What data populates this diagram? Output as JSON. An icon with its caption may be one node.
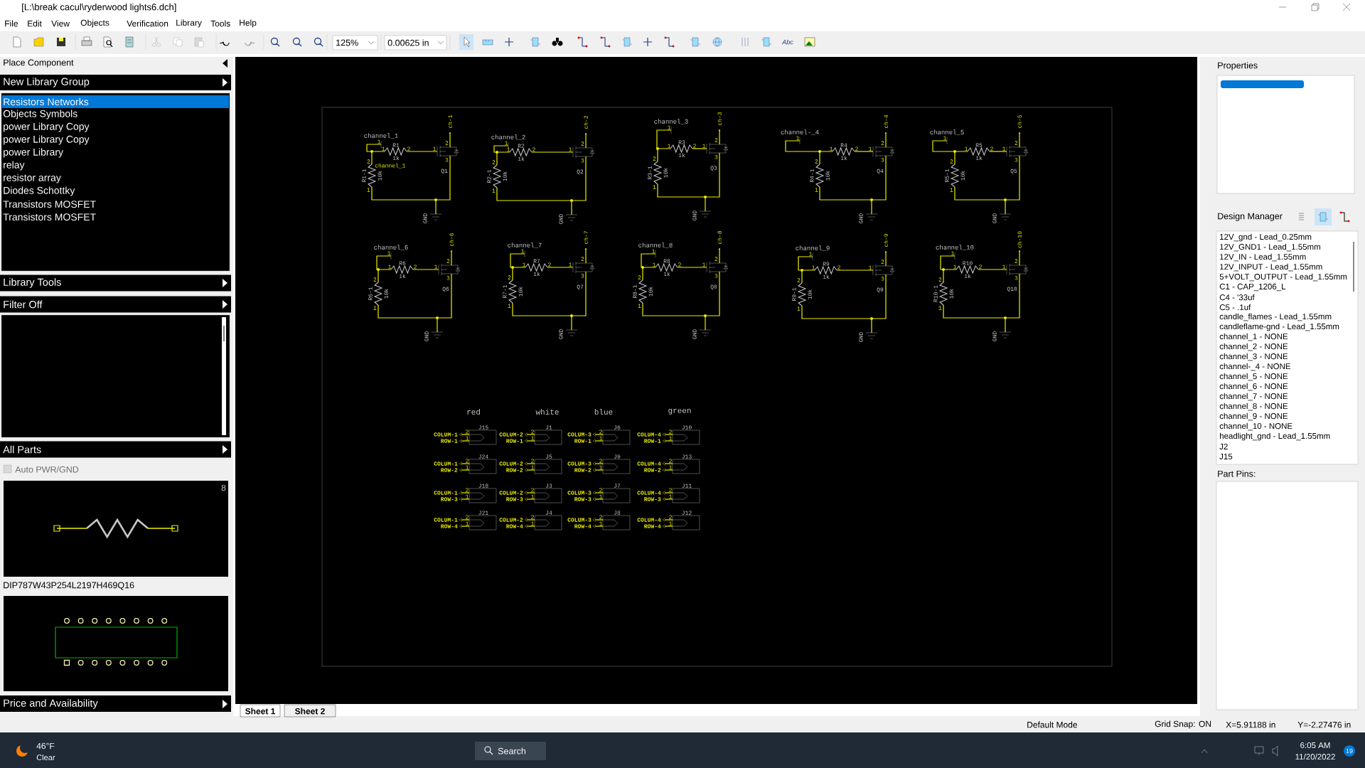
{
  "diagram": {
    "labels": [
      "[L:\\break cacul\\ryderwood lights6.dch]",
      "File",
      "Edit",
      "View",
      "Objects",
      "Verification",
      "Library",
      "Tools",
      "Help",
      "125%",
      "0.00625 in",
      "Abc",
      "Place Component",
      "New Library Group",
      "Resistors Networks",
      "Objects Symbols",
      "power Library Copy",
      "power Library Copy",
      "power Library",
      "relay",
      "resistor array",
      "Diodes Schottky",
      "Transistors MOSFET",
      "Transistors MOSFET",
      "Library Tools",
      "Filter Off",
      "All Parts",
      "Auto PWR/GND",
      "8",
      "DIP787W43P254L2197H469Q16",
      "Price and Availability",
      "channel_1",
      "R1",
      "1k",
      "R1-1",
      "10k",
      "Q1",
      "GND",
      "ch-1",
      "1",
      "1",
      "2",
      "1",
      "2",
      "2",
      "3",
      "1",
      "channel_1",
      "channel_2",
      "R2",
      "1k",
      "R2-1",
      "10k",
      "Q2",
      "GND",
      "ch-2",
      "1",
      "1",
      "2",
      "1",
      "2",
      "2",
      "3",
      "1",
      "channel_3",
      "R3",
      "1k",
      "R3-1",
      "10k",
      "Q3",
      "GND",
      "ch-3",
      "1",
      "1",
      "2",
      "1",
      "2",
      "2",
      "3",
      "1",
      "channel-_4",
      "R4",
      "1k",
      "R4-1",
      "10k",
      "Q4",
      "GND",
      "ch-4",
      "1",
      "1",
      "2",
      "1",
      "2",
      "2",
      "3",
      "1",
      "channel_5",
      "R5",
      "1k",
      "R5-1",
      "10k",
      "Q5",
      "GND",
      "ch-5",
      "1",
      "1",
      "2",
      "1",
      "2",
      "2",
      "3",
      "1",
      "channel_6",
      "R6",
      "1k",
      "R6-1",
      "10k",
      "Q6",
      "GND",
      "ch-6",
      "1",
      "1",
      "2",
      "1",
      "2",
      "2",
      "3",
      "1",
      "channel_7",
      "R7",
      "1k",
      "R7-1",
      "10k",
      "Q7",
      "GND",
      "ch-7",
      "1",
      "1",
      "2",
      "1",
      "2",
      "2",
      "3",
      "1",
      "channel_8",
      "R8",
      "1k",
      "R8-1",
      "10k",
      "Q8",
      "GND",
      "ch-8",
      "1",
      "1",
      "2",
      "1",
      "2",
      "2",
      "3",
      "1",
      "channel_9",
      "R9",
      "1k",
      "R9-1",
      "10k",
      "Q9",
      "GND",
      "ch-9",
      "1",
      "1",
      "2",
      "1",
      "2",
      "2",
      "3",
      "1",
      "channel_10",
      "R10",
      "1k",
      "R10-1",
      "10k",
      "Q10",
      "GND",
      "ch-10",
      "1",
      "1",
      "2",
      "1",
      "2",
      "2",
      "3",
      "1",
      "red",
      "white",
      "blue",
      "green",
      "J15",
      "COLUM-1",
      "ROW-1",
      "2",
      "1",
      "J1",
      "COLUM-2",
      "ROW-1",
      "2",
      "1",
      "J6",
      "COLUM-3",
      "ROW-1",
      "2",
      "1",
      "J10",
      "COLUM-4",
      "ROW-1",
      "2",
      "1",
      "J24",
      "COLUM-1",
      "ROW-2",
      "2",
      "1",
      "J5",
      "COLUM-2",
      "ROW-2",
      "2",
      "1",
      "J9",
      "COLUM-3",
      "ROW-2",
      "2",
      "1",
      "J13",
      "COLUM-4",
      "ROW-2",
      "2",
      "1",
      "J18",
      "COLUM-1",
      "ROW-3",
      "2",
      "1",
      "J3",
      "COLUM-2",
      "ROW-3",
      "2",
      "1",
      "J7",
      "COLUM-3",
      "ROW-3",
      "2",
      "1",
      "J11",
      "COLUM-4",
      "ROW-3",
      "2",
      "1",
      "J21",
      "COLUM-1",
      "ROW-4",
      "2",
      "1",
      "J4",
      "COLUM-2",
      "ROW-4",
      "2",
      "1",
      "J8",
      "COLUM-3",
      "ROW-4",
      "2",
      "1",
      "J12",
      "COLUM-4",
      "ROW-4",
      "2",
      "1",
      "Sheet 1",
      "Sheet 2",
      "Properties",
      "Design Manager",
      "12V_gnd - Lead_0.25mm",
      "12V_GND1 - Lead_1.55mm",
      "12V_IN - Lead_1.55mm",
      "12V_INPUT - Lead_1.55mm",
      "5+VOLT_OUTPUT - Lead_1.55mm",
      "C1 - CAP_1206_L",
      "C4 - '33uf",
      "C5 - .1uf",
      "candle_flames - Lead_1.55mm",
      "candleflame-gnd - Lead_1.55mm",
      "channel_1 - NONE",
      "channel_2 - NONE",
      "channel_3 - NONE",
      "channel-_4 - NONE",
      "channel_5 - NONE",
      "channel_6 - NONE",
      "channel_7 - NONE",
      "channel_8 - NONE",
      "channel_9 - NONE",
      "channel_10 - NONE",
      "headlight_gnd - Lead_1.55mm",
      "J2",
      "J15",
      "Part Pins:",
      "Default Mode",
      "Grid Snap: ON",
      "X=5.91188 in",
      "Y=-2.27476 in",
      "46°F",
      "Clear",
      "Search",
      "6:05 AM",
      "11/20/2022",
      "19"
    ]
  }
}
